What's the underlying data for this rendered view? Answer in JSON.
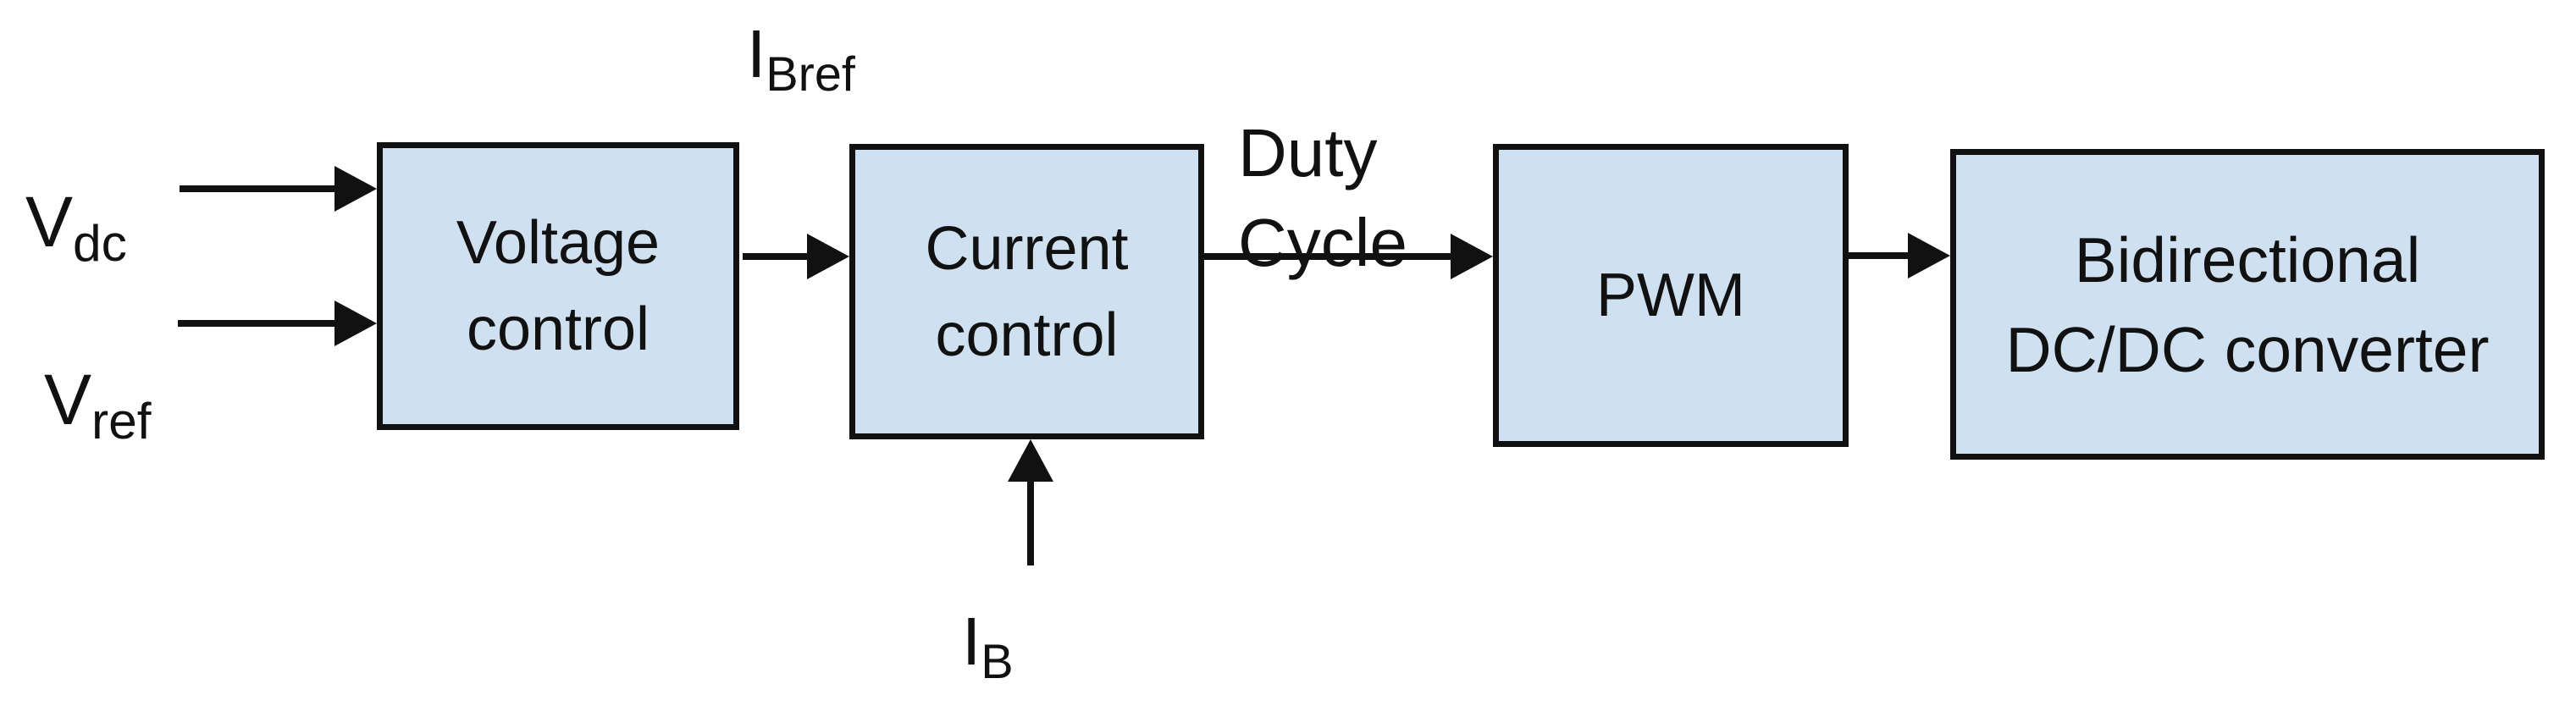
{
  "colors": {
    "background": "#ffffff",
    "block_fill": "#cfe0f1",
    "line": "#111111",
    "text": "#111111"
  },
  "blocks": [
    {
      "id": "voltage-control",
      "lines": [
        "Voltage",
        "control"
      ]
    },
    {
      "id": "current-control",
      "lines": [
        "Current",
        "control"
      ]
    },
    {
      "id": "pwm",
      "lines": [
        "PWM"
      ]
    },
    {
      "id": "bidirectional-dcdc-converter",
      "lines": [
        "Bidirectional",
        "DC/DC converter"
      ]
    }
  ],
  "signals": {
    "vdc": {
      "base": "V",
      "sub": "dc"
    },
    "vref": {
      "base": "V",
      "sub": "ref"
    },
    "ibref": {
      "base": "I",
      "sub": "Bref"
    },
    "ib": {
      "base": "I",
      "sub": "B"
    },
    "duty": {
      "line1": "Duty",
      "line2": "Cycle"
    }
  },
  "connections": [
    {
      "from": "vdc",
      "to": "voltage-control"
    },
    {
      "from": "vref",
      "to": "voltage-control"
    },
    {
      "from": "voltage-control",
      "to": "current-control",
      "label": "ibref"
    },
    {
      "from": "current-control",
      "to": "pwm",
      "label": "duty"
    },
    {
      "from": "pwm",
      "to": "bidirectional-dcdc-converter"
    },
    {
      "from": "ib",
      "to": "current-control"
    }
  ]
}
